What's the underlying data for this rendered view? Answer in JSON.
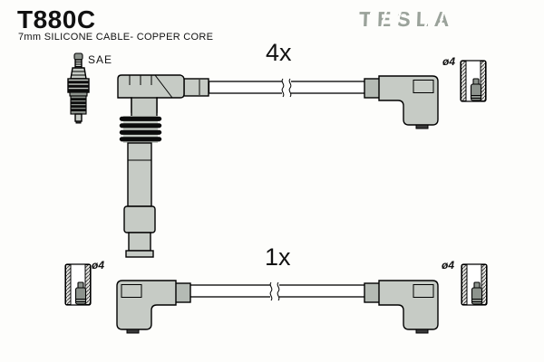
{
  "header": {
    "part_code": "T880C",
    "subtitle": "7mm SILICONE CABLE- COPPER CORE",
    "brand": "TESLA"
  },
  "labels": {
    "sae": "SAE",
    "top_quantity": "4x",
    "bottom_quantity": "1x",
    "terminal_diameter": "ø4"
  },
  "icons": {
    "spark_plug": "spark-plug-icon",
    "terminal_cup": "terminal-cup-icon",
    "cable_break": "cable-break-icon"
  },
  "colors": {
    "background": "#fdfdfb",
    "text": "#111111",
    "brand": "#9aa29a",
    "boot_fill": "#c6cbc5",
    "collar_fill": "#b4bab4",
    "cable_fill": "#ffffff",
    "outline": "#000000",
    "metal_fill": "#8d938d",
    "nub_fill": "#3a3a3a",
    "rib_fill": "#0c0c0c"
  }
}
